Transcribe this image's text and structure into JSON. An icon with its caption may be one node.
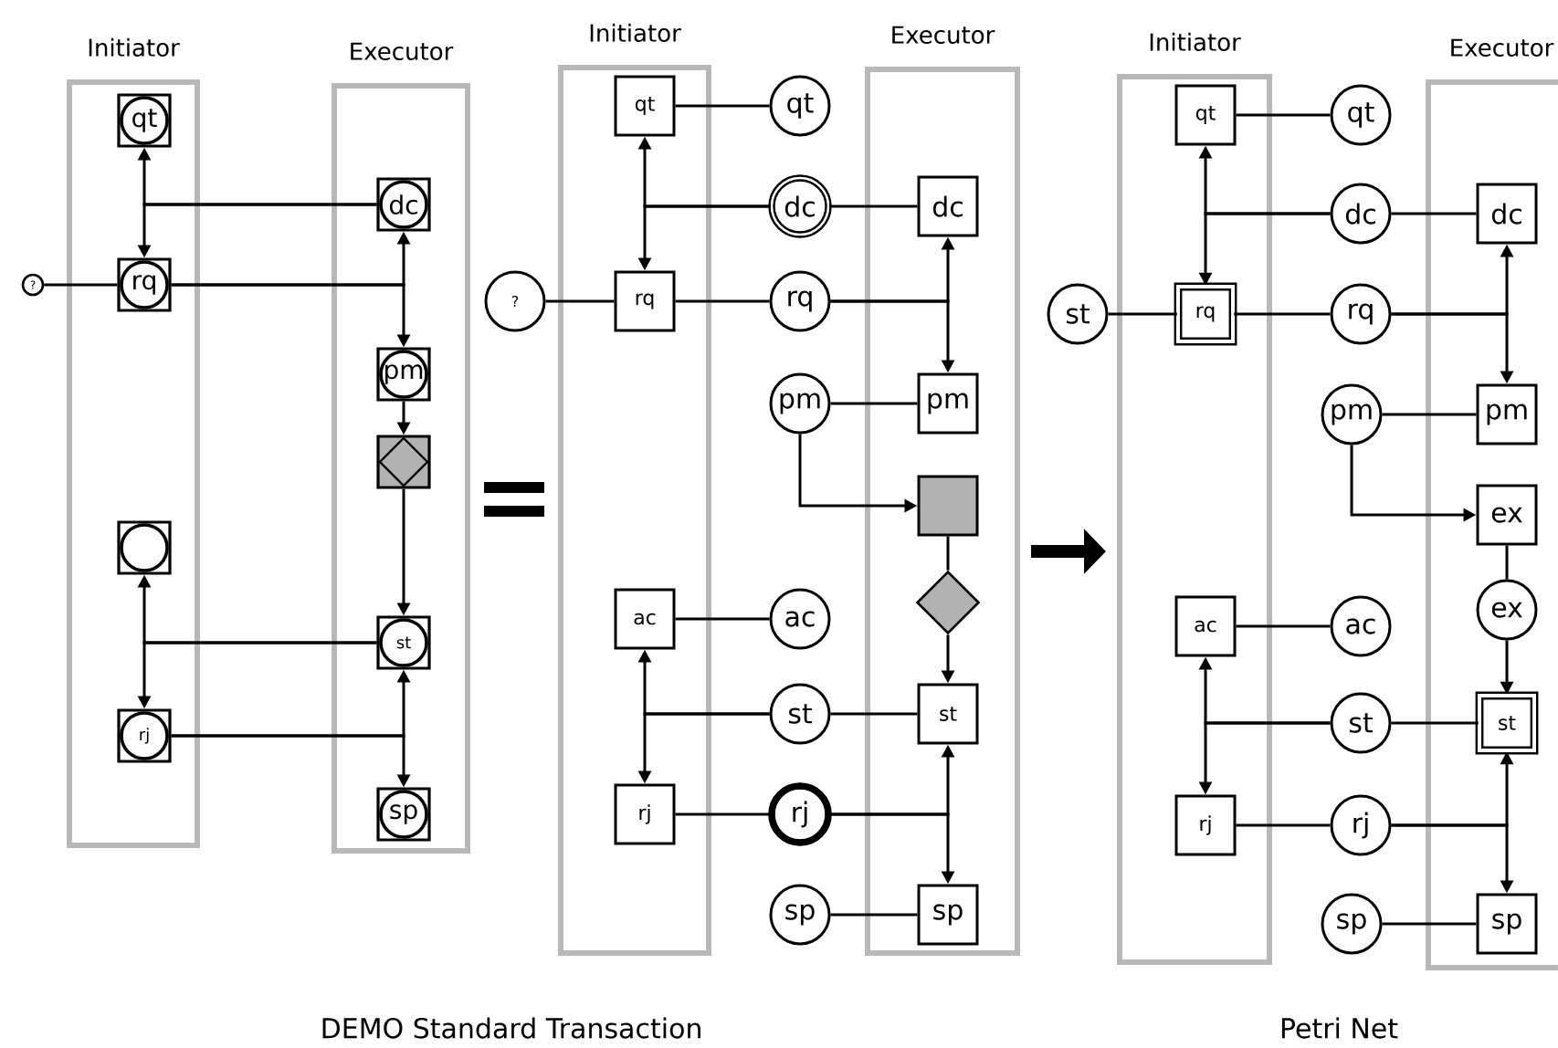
{
  "diagram": {
    "nodes": [
      {
        "text": [
          "Initiator"
        ]
      },
      {
        "text": [
          "qt"
        ],
        "in": 0
      },
      {
        "text": [
          "rq"
        ],
        "in": 0
      },
      {
        "text": [],
        "shape": "box",
        "in": 0
      },
      {
        "text": [
          "rj"
        ],
        "in": 0
      },
      {
        "text": [
          "Executor"
        ]
      },
      {
        "text": [
          "dc"
        ],
        "in": 5
      },
      {
        "text": [
          "pm"
        ],
        "in": 5
      },
      {
        "text": [],
        "shape": "box",
        "in": 5
      },
      {
        "text": [
          "st"
        ],
        "in": 5
      },
      {
        "text": [
          "sp"
        ],
        "in": 5
      },
      {
        "text": [
          "?"
        ]
      },
      {
        "text": [
          "Initiator"
        ]
      },
      {
        "text": [
          "qt"
        ],
        "in": 12
      },
      {
        "text": [
          "rq"
        ],
        "in": 12
      },
      {
        "text": [
          "ac"
        ],
        "in": 12
      },
      {
        "text": [
          "rj"
        ],
        "in": 12
      },
      {
        "text": [
          "Executor"
        ]
      },
      {
        "text": [
          "dc"
        ],
        "in": 17
      },
      {
        "text": [
          "pm"
        ],
        "in": 17
      },
      {
        "text": [],
        "shape": "box",
        "in": 17
      },
      {
        "text": [],
        "shape": "diamond",
        "in": 17
      },
      {
        "text": [
          "st"
        ],
        "in": 17
      },
      {
        "text": [
          "sp"
        ],
        "in": 17
      },
      {
        "text": [
          "?"
        ]
      },
      {
        "text": [
          "qt"
        ]
      },
      {
        "text": [
          "dc"
        ]
      },
      {
        "text": [
          "rq"
        ]
      },
      {
        "text": [
          "pm"
        ]
      },
      {
        "text": [
          "ac"
        ]
      },
      {
        "text": [
          "st"
        ]
      },
      {
        "text": [
          "rj"
        ]
      },
      {
        "text": [
          "sp"
        ]
      },
      {
        "text": [
          "Initiator"
        ]
      },
      {
        "text": [
          "qt"
        ],
        "in": 33
      },
      {
        "text": [
          "rq"
        ],
        "in": 33
      },
      {
        "text": [
          "ac"
        ],
        "in": 33
      },
      {
        "text": [
          "rj"
        ],
        "in": 33
      },
      {
        "text": [
          "Executor"
        ]
      },
      {
        "text": [
          "dc"
        ],
        "in": 38
      },
      {
        "text": [
          "pm"
        ],
        "in": 38
      },
      {
        "text": [
          "ex"
        ],
        "in": 38
      },
      {
        "text": [
          "ex"
        ],
        "in": 38
      },
      {
        "text": [
          "st"
        ],
        "in": 38
      },
      {
        "text": [
          "sp"
        ],
        "in": 38
      },
      {
        "text": [
          "st"
        ]
      },
      {
        "text": [
          "qt"
        ]
      },
      {
        "text": [
          "dc"
        ]
      },
      {
        "text": [
          "rq"
        ]
      },
      {
        "text": [
          "pm"
        ]
      },
      {
        "text": [
          "ac"
        ]
      },
      {
        "text": [
          "st"
        ]
      },
      {
        "text": [
          "rj"
        ]
      },
      {
        "text": [
          "sp"
        ]
      }
    ],
    "edges": [
      {
        "from": 6,
        "to": 1,
        "arrow": "to"
      },
      {
        "from": 6,
        "to": 2,
        "arrow": "to"
      },
      {
        "from": 11,
        "to": 2,
        "arrow": "none"
      },
      {
        "from": 2,
        "to": 6,
        "arrow": "to"
      },
      {
        "from": 2,
        "to": 7,
        "arrow": "to"
      },
      {
        "from": 7,
        "to": 8,
        "arrow": "to"
      },
      {
        "from": 8,
        "to": 9,
        "arrow": "to"
      },
      {
        "from": 9,
        "to": 3,
        "arrow": "to"
      },
      {
        "from": 9,
        "to": 4,
        "arrow": "to"
      },
      {
        "from": 4,
        "to": 9,
        "arrow": "to"
      },
      {
        "from": 4,
        "to": 10,
        "arrow": "to"
      },
      {
        "from": 13,
        "to": 25,
        "arrow": "none"
      },
      {
        "from": 18,
        "to": 26,
        "arrow": "none"
      },
      {
        "from": 26,
        "to": 13,
        "arrow": "to"
      },
      {
        "from": 26,
        "to": 14,
        "arrow": "to"
      },
      {
        "from": 24,
        "to": 14,
        "arrow": "none"
      },
      {
        "from": 14,
        "to": 27,
        "arrow": "none"
      },
      {
        "from": 27,
        "to": 18,
        "arrow": "to"
      },
      {
        "from": 27,
        "to": 19,
        "arrow": "to"
      },
      {
        "from": 28,
        "to": 19,
        "arrow": "none"
      },
      {
        "from": 28,
        "to": 20,
        "arrow": "to"
      },
      {
        "from": 20,
        "to": 21,
        "arrow": "none"
      },
      {
        "from": 21,
        "to": 22,
        "arrow": "to"
      },
      {
        "from": 15,
        "to": 29,
        "arrow": "none"
      },
      {
        "from": 22,
        "to": 30,
        "arrow": "none"
      },
      {
        "from": 30,
        "to": 15,
        "arrow": "to"
      },
      {
        "from": 30,
        "to": 16,
        "arrow": "to"
      },
      {
        "from": 16,
        "to": 31,
        "arrow": "none"
      },
      {
        "from": 31,
        "to": 22,
        "arrow": "to"
      },
      {
        "from": 31,
        "to": 23,
        "arrow": "to"
      },
      {
        "from": 32,
        "to": 23,
        "arrow": "none"
      },
      {
        "from": 17,
        "to": 33,
        "arrow": "to",
        "style": "thick"
      },
      {
        "from": 45,
        "to": 35,
        "arrow": "none"
      },
      {
        "from": 34,
        "to": 46,
        "arrow": "none"
      },
      {
        "from": 39,
        "to": 47,
        "arrow": "none"
      },
      {
        "from": 47,
        "to": 34,
        "arrow": "to"
      },
      {
        "from": 47,
        "to": 35,
        "arrow": "to"
      },
      {
        "from": 35,
        "to": 48,
        "arrow": "none"
      },
      {
        "from": 48,
        "to": 39,
        "arrow": "to"
      },
      {
        "from": 48,
        "to": 40,
        "arrow": "to"
      },
      {
        "from": 49,
        "to": 40,
        "arrow": "none"
      },
      {
        "from": 49,
        "to": 41,
        "arrow": "to"
      },
      {
        "from": 41,
        "to": 42,
        "arrow": "none"
      },
      {
        "from": 42,
        "to": 43,
        "arrow": "to"
      },
      {
        "from": 36,
        "to": 50,
        "arrow": "none"
      },
      {
        "from": 43,
        "to": 51,
        "arrow": "none"
      },
      {
        "from": 51,
        "to": 36,
        "arrow": "to"
      },
      {
        "from": 51,
        "to": 37,
        "arrow": "to"
      },
      {
        "from": 37,
        "to": 52,
        "arrow": "none"
      },
      {
        "from": 52,
        "to": 43,
        "arrow": "to"
      },
      {
        "from": 52,
        "to": 44,
        "arrow": "to"
      },
      {
        "from": 53,
        "to": 44,
        "arrow": "none"
      }
    ],
    "labels": [
      "DEMO Standard Transaction",
      "Petri Net"
    ]
  }
}
